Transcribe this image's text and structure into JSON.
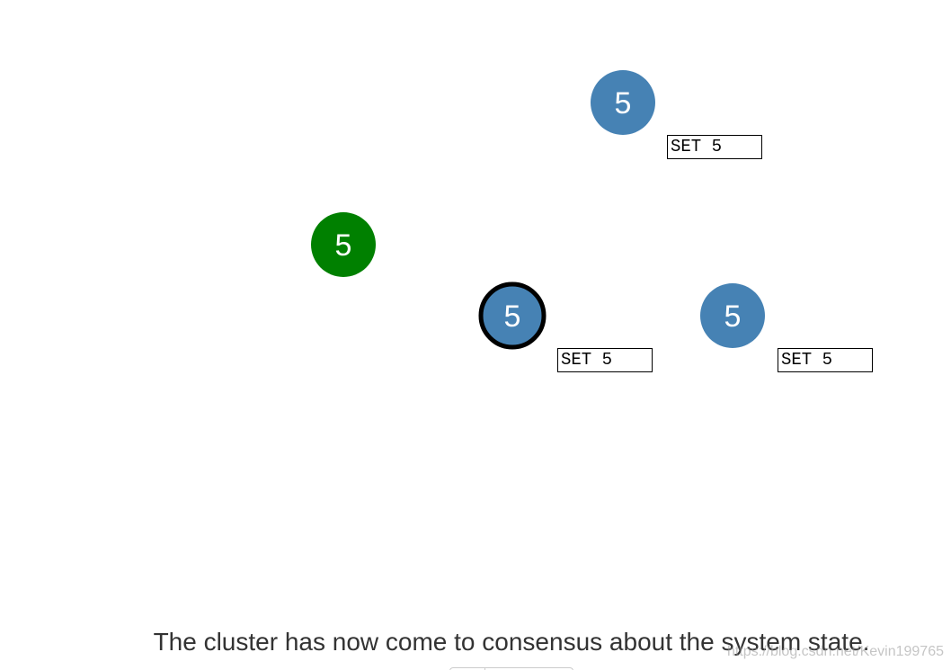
{
  "colors": {
    "follower": "#4682b4",
    "client": "#008000",
    "leader_stroke": "#000000",
    "caption": "#333333"
  },
  "nodes": [
    {
      "id": "node-top",
      "role": "follower",
      "value": "5"
    },
    {
      "id": "node-client",
      "role": "client",
      "value": "5"
    },
    {
      "id": "node-leader",
      "role": "leader",
      "value": "5"
    },
    {
      "id": "node-right",
      "role": "follower",
      "value": "5"
    }
  ],
  "logs": [
    {
      "entry": "SET 5"
    },
    {
      "entry": "SET 5"
    },
    {
      "entry": "SET 5"
    }
  ],
  "caption": "The cluster has now come to consensus about the system state.",
  "watermark": "https://blog.csdn.net/Kevin199765"
}
